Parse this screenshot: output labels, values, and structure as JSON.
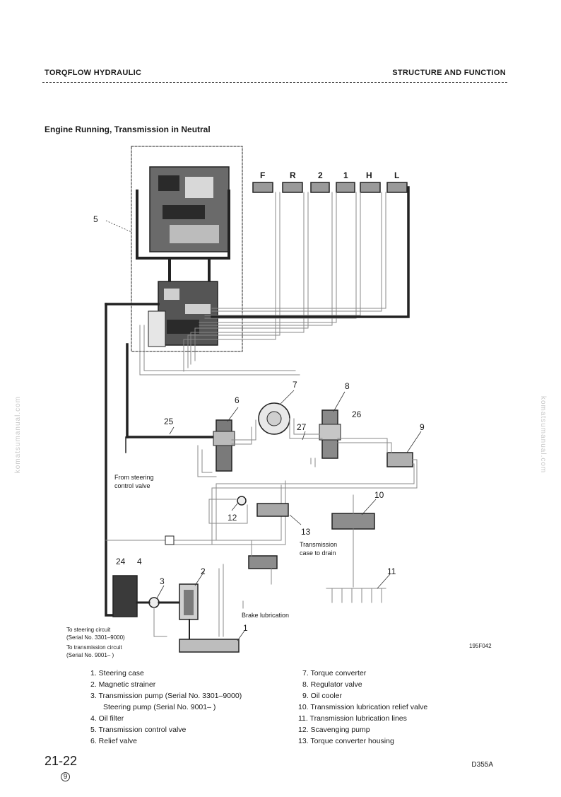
{
  "header": {
    "left": "TORQFLOW HYDRAULIC",
    "right": "STRUCTURE AND FUNCTION"
  },
  "figure": {
    "title": "Engine Running, Transmission in Neutral",
    "clutch_labels": [
      "F",
      "R",
      "2",
      "1",
      "H",
      "L"
    ],
    "callouts": [
      "1",
      "2",
      "3",
      "4",
      "5",
      "6",
      "7",
      "8",
      "9",
      "10",
      "11",
      "12",
      "13",
      "24",
      "25",
      "26",
      "27"
    ],
    "note_steering_valve": [
      "From steering",
      "control valve"
    ],
    "note_case_drain": [
      "Transmission",
      "case to drain"
    ],
    "note_brake": "Brake lubrication",
    "note_circuits": [
      "To steering circuit",
      "(Serial No. 3301–9000)",
      "To transmission circuit",
      "(Serial No. 9001– )"
    ],
    "figure_code": "195F042"
  },
  "legend": {
    "left": [
      "1. Steering case",
      "2. Magnetic strainer",
      "3. Transmission pump (Serial No. 3301–9000)",
      "Steering pump (Serial No. 9001– )",
      "4. Oil filter",
      "5. Transmission control valve",
      "6. Relief valve"
    ],
    "right": [
      "7. Torque converter",
      "8. Regulator valve",
      "9. Oil cooler",
      "10. Transmission lubrication relief valve",
      "11. Transmission lubrication lines",
      "12. Scavenging pump",
      "13. Torque converter housing"
    ]
  },
  "footer": {
    "page": "21-22",
    "revision": "9",
    "model": "D355A"
  },
  "watermark": "komatsumanual.com"
}
